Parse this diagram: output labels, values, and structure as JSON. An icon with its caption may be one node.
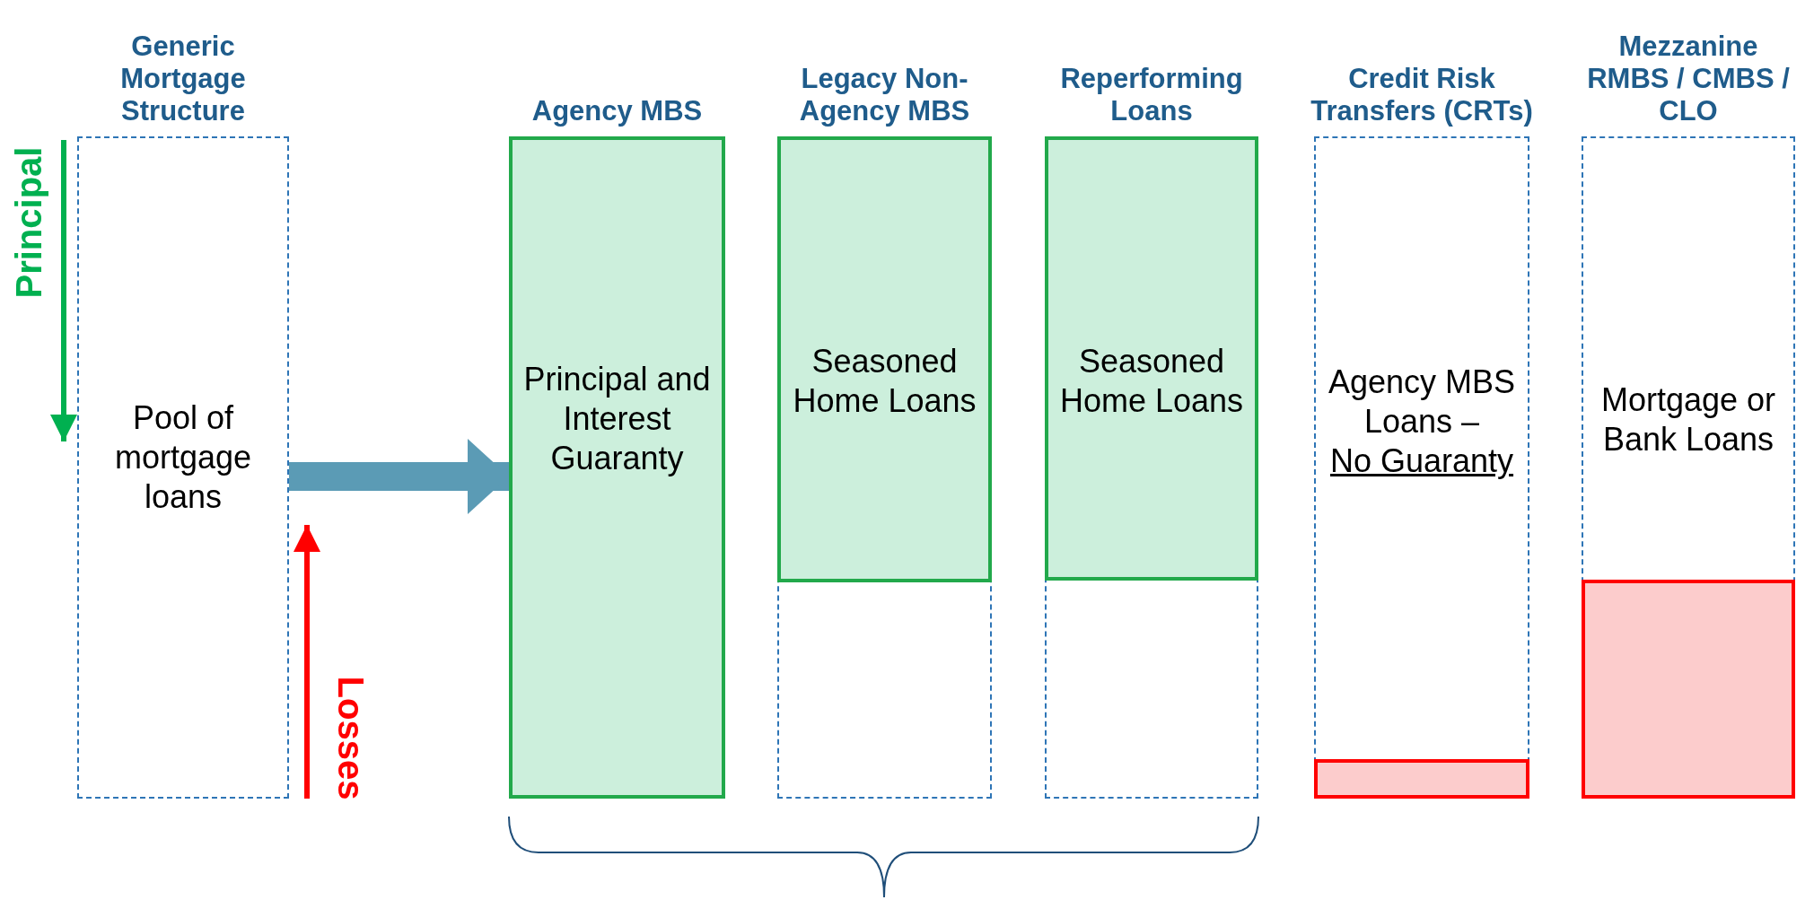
{
  "diagram": {
    "nodes": [
      {
        "text": [
          "Generic Mortgage Structure",
          "Pool of mortgage loans"
        ]
      },
      {
        "text": [
          "Agency MBS"
        ]
      },
      {
        "text": [
          "Principal and Interest Guaranty"
        ],
        "in": 1
      },
      {
        "text": [
          "Legacy Non-Agency MBS"
        ]
      },
      {
        "text": [
          "Seasoned Home Loans"
        ],
        "in": 3
      },
      {
        "text": [
          "Reperforming Loans"
        ]
      },
      {
        "text": [
          "Seasoned Home Loans"
        ],
        "in": 5
      },
      {
        "text": [
          "Credit Risk Transfers (CRTs)",
          "Agency MBS Loans –",
          "No Guaranty"
        ]
      },
      {
        "text": [],
        "shape": "box",
        "in": 7
      },
      {
        "text": [
          "Mezzanine RMBS / CMBS / CLO",
          "Mortgage or Bank Loans"
        ]
      },
      {
        "text": [],
        "shape": "box",
        "in": 9
      }
    ],
    "edges": [
      {
        "from": 0,
        "to": 1,
        "arrow": "to"
      }
    ],
    "labels": [
      "Principal",
      "Losses"
    ]
  }
}
